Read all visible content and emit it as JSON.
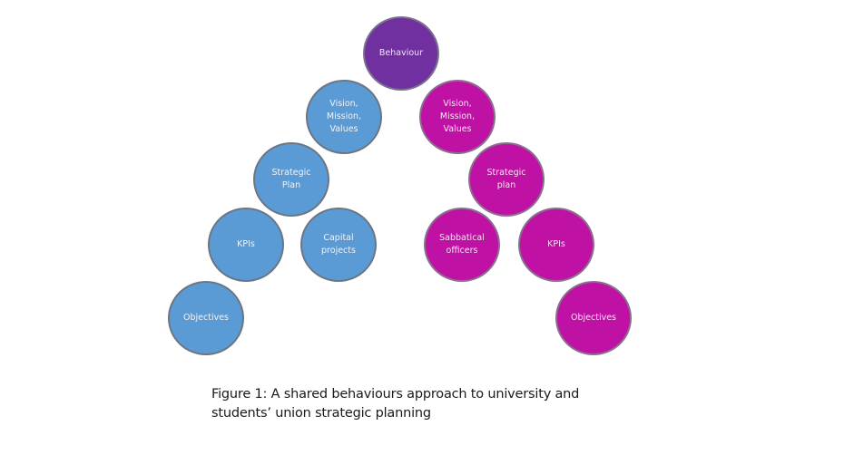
{
  "diagram": {
    "nodes": {
      "behaviour": {
        "label": "Behaviour",
        "group": "shared",
        "color": "#7030a0"
      },
      "vmv_university": {
        "label": "Vision,\nMission,\nValues",
        "group": "university",
        "color": "#5b9bd5"
      },
      "strategic_university": {
        "label": "Strategic\nPlan",
        "group": "university",
        "color": "#5b9bd5"
      },
      "kpis_university": {
        "label": "KPIs",
        "group": "university",
        "color": "#5b9bd5"
      },
      "capital_projects": {
        "label": "Capital\nprojects",
        "group": "university",
        "color": "#5b9bd5"
      },
      "objectives_university": {
        "label": "Objectives",
        "group": "university",
        "color": "#5b9bd5"
      },
      "vmv_union": {
        "label": "Vision,\nMission,\nValues",
        "group": "students-union",
        "color": "#bf12a4"
      },
      "strategic_union": {
        "label": "Strategic\nplan",
        "group": "students-union",
        "color": "#bf12a4"
      },
      "sabbatical_officers": {
        "label": "Sabbatical\nofficers",
        "group": "students-union",
        "color": "#bf12a4"
      },
      "kpis_union": {
        "label": "KPIs",
        "group": "students-union",
        "color": "#bf12a4"
      },
      "objectives_union": {
        "label": "Objectives",
        "group": "students-union",
        "color": "#bf12a4"
      }
    }
  },
  "caption": {
    "line1": "Figure 1: A shared behaviours approach to university and",
    "line2": "students’ union strategic planning"
  }
}
